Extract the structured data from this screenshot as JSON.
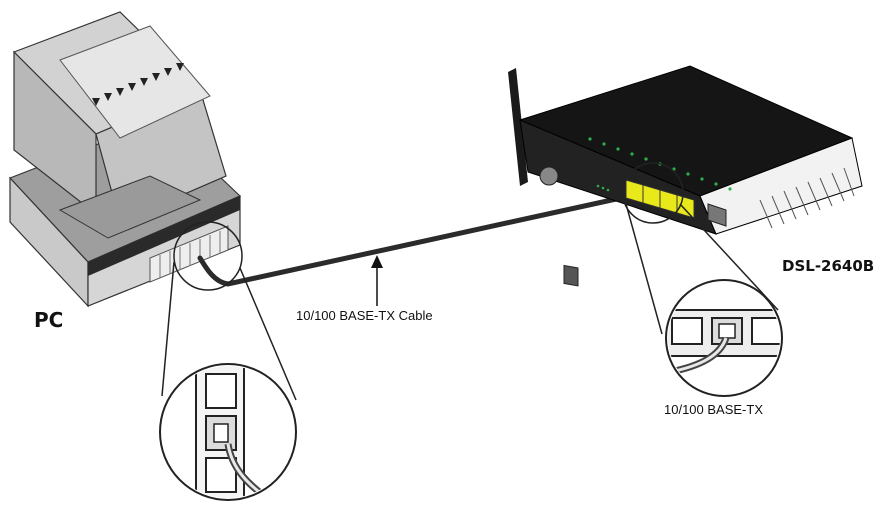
{
  "diagram": {
    "pc_label": "PC",
    "router_label": "DSL-2640B",
    "cable_label": "10/100 BASE-TX Cable",
    "router_port_label": "10/100 BASE-TX"
  },
  "colors": {
    "cable": "#2b2b2b",
    "router_body": "#1a1a1a",
    "router_ports": "#e8e81a",
    "router_leds": "#2fae4f",
    "monitor_gray": "#bdbdbd"
  }
}
